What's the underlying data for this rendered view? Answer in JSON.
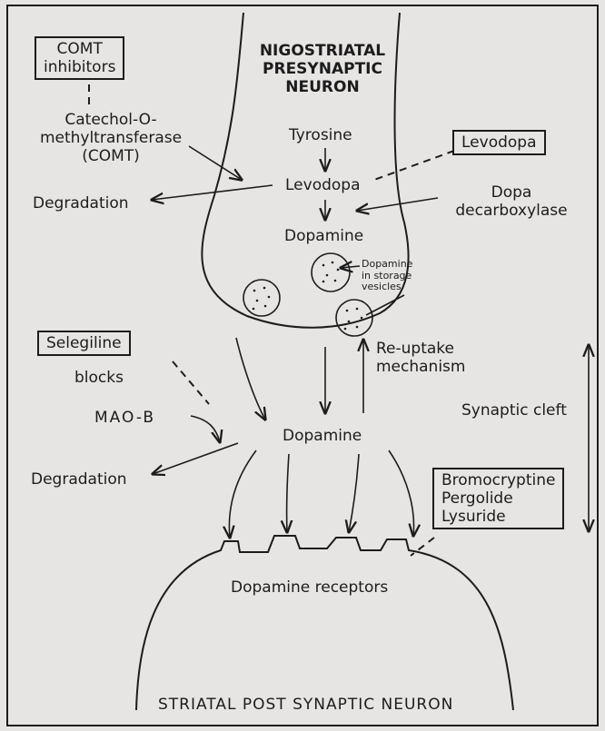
{
  "presynaptic": {
    "title_line1": "NIGOSTRIATAL",
    "title_line2": "PRESYNAPTIC",
    "title_line3": "NEURON",
    "tyrosine": "Tyrosine",
    "levodopa": "Levodopa",
    "dopamine": "Dopamine",
    "vesicle_label_line1": "Dopamine",
    "vesicle_label_line2": "in storage",
    "vesicle_label_line3": "vesicles"
  },
  "comt": {
    "inhibitors_line1": "COMT",
    "inhibitors_line2": "inhibitors",
    "enzyme_line1": "Catechol-O-",
    "enzyme_line2": "methyltransferase",
    "enzyme_line3": "(COMT)",
    "degradation": "Degradation"
  },
  "levodopa_drug": "Levodopa",
  "decarboxylase_line1": "Dopa",
  "decarboxylase_line2": "decarboxylase",
  "reuptake_line1": "Re-uptake",
  "reuptake_line2": "mechanism",
  "synaptic_cleft": "Synaptic cleft",
  "cleft_dopamine": "Dopamine",
  "mao": {
    "selegiline": "Selegiline",
    "blocks": "blocks",
    "mao_b": "MAO-B",
    "degradation": "Degradation"
  },
  "agonists": {
    "line1": "Bromocryptine",
    "line2": "Pergolide",
    "line3": "Lysuride"
  },
  "receptors": "Dopamine receptors",
  "postsynaptic": "STRIATAL POST SYNAPTIC NEURON"
}
